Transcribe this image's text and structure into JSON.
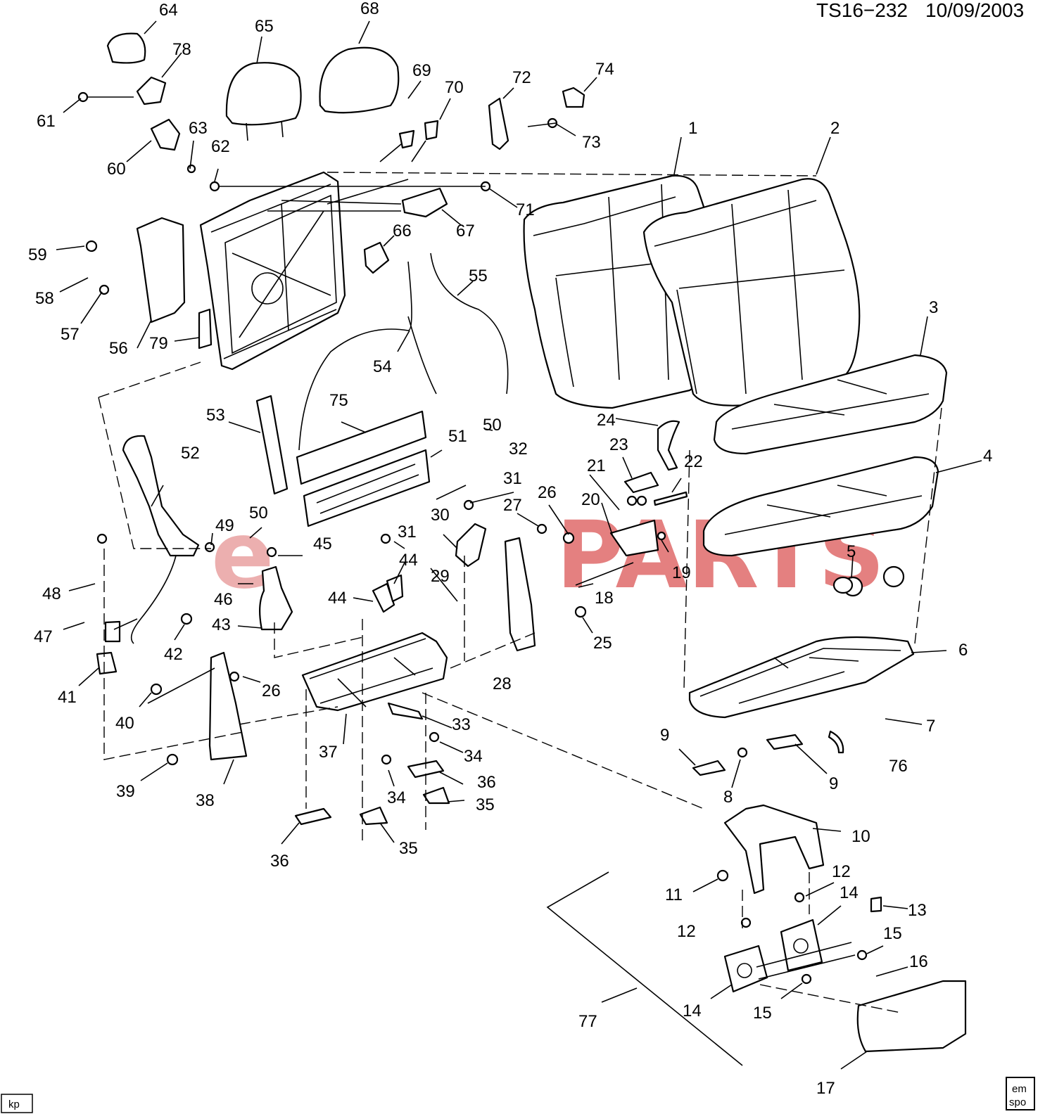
{
  "header": {
    "code": "TS16−232",
    "date": "10/09/2003"
  },
  "watermark": {
    "prefix": "e",
    "suffix": "PARTS",
    "prefix_color": "#e9a2a2",
    "suffix_color": "#e06a6a"
  },
  "corner": {
    "left": "kp",
    "right_top": "em",
    "right_bottom": "spo"
  },
  "callouts": [
    "1",
    "2",
    "3",
    "4",
    "5",
    "6",
    "7",
    "8",
    "9",
    "9",
    "10",
    "11",
    "12",
    "12",
    "13",
    "14",
    "14",
    "15",
    "15",
    "16",
    "17",
    "18",
    "19",
    "20",
    "21",
    "22",
    "23",
    "24",
    "25",
    "26",
    "26",
    "27",
    "28",
    "29",
    "30",
    "31",
    "31",
    "32",
    "33",
    "34",
    "34",
    "35",
    "35",
    "36",
    "36",
    "37",
    "38",
    "39",
    "40",
    "41",
    "42",
    "43",
    "44",
    "44",
    "45",
    "46",
    "47",
    "48",
    "49",
    "50",
    "50",
    "51",
    "52",
    "53",
    "54",
    "55",
    "56",
    "57",
    "58",
    "59",
    "60",
    "61",
    "62",
    "63",
    "64",
    "65",
    "66",
    "67",
    "68",
    "69",
    "70",
    "71",
    "72",
    "73",
    "74",
    "75",
    "76",
    "77",
    "78",
    "79"
  ]
}
